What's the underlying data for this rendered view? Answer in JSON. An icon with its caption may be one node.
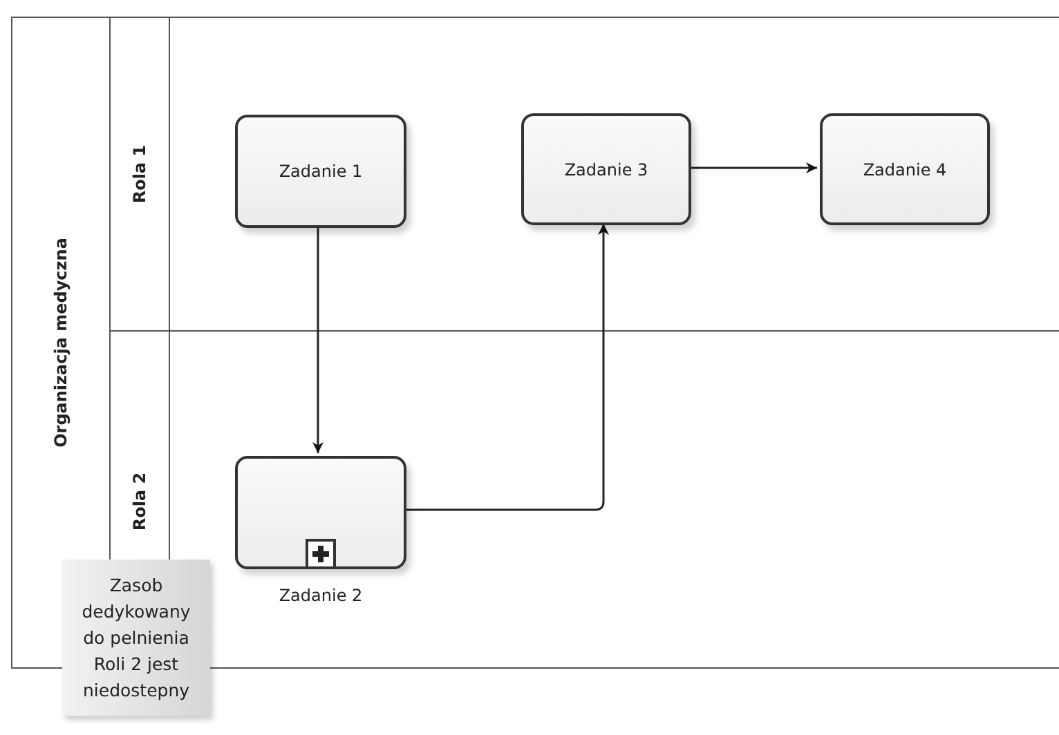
{
  "diagram": {
    "nodes": [
      {
        "text": [
          "Organizacja medyczna"
        ]
      },
      {
        "text": [
          "Rola 1"
        ],
        "in": 0
      },
      {
        "text": [
          "Rola 2"
        ],
        "in": 0
      },
      {
        "text": [
          "Zadanie 1"
        ],
        "in": 1
      },
      {
        "text": [
          "Zadanie 3"
        ],
        "in": 1
      },
      {
        "text": [
          "Zadanie 4"
        ],
        "in": 1
      },
      {
        "text": [
          "Zadanie 2"
        ],
        "in": 2
      },
      {
        "text": [
          "Zasob dedykowany do pelnienia Roli 2 jest niedostepny"
        ]
      }
    ],
    "edges": [
      {
        "from": 3,
        "to": 6,
        "arrow": "to"
      },
      {
        "from": 6,
        "to": 4,
        "arrow": "to"
      },
      {
        "from": 4,
        "to": 5,
        "arrow": "to"
      }
    ]
  }
}
